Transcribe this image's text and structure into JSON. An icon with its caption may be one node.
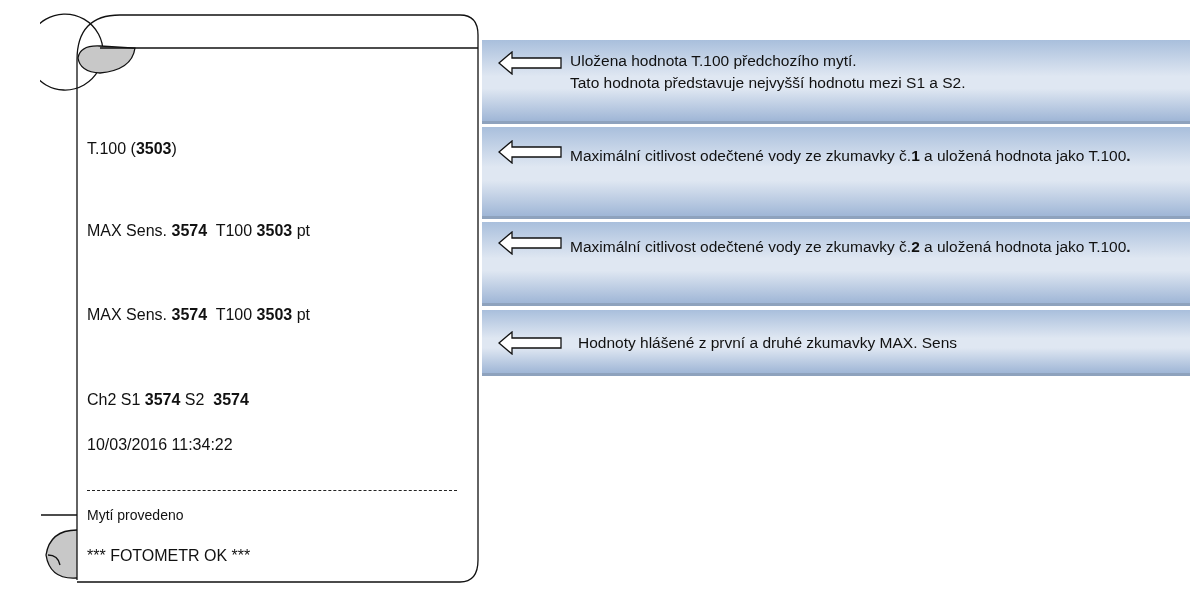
{
  "diagram": {
    "nodes": [
      {
        "text": [
          "T.100 (**3503**)",
          "MAX Sens. **3574**  T100 **3503** pt",
          "MAX Sens. **3574**  T100 **3503** pt",
          "Ch2 S1 **3574** S2  **3574**",
          "10/03/2016 11:34:22",
          "Mytí provedeno",
          "*** FOTOMETR OK ***"
        ]
      },
      {
        "text": [
          "Uložena hodnota T.100 předchozího mytí.",
          "Tato hodnota představuje nejvyšší hodnotu mezi S1 a S2."
        ]
      },
      {
        "text": [
          "Maximální citlivost odečtené vody ze zkumavky č.**1** a uložená hodnota jako T.100**.**"
        ]
      },
      {
        "text": [
          "Maximální citlivost odečtené vody ze zkumavky č.**2** a uložená hodnota jako T.100**.**"
        ]
      },
      {
        "text": [
          "Hodnoty hlášené z první a druhé zkumavky MAX. Sens"
        ]
      }
    ]
  }
}
